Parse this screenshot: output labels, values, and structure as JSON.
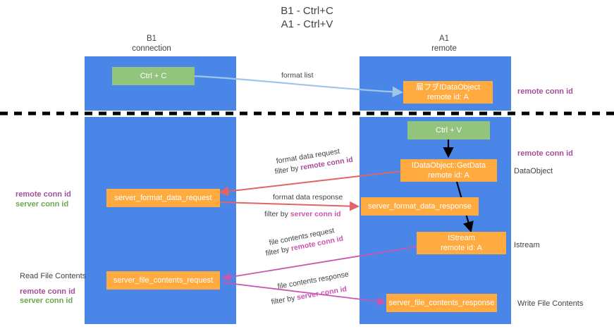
{
  "title": "B1 - Ctrl+C\nA1 - Ctrl+V",
  "columns": [
    {
      "name": "b1",
      "header": "B1\nconnection"
    },
    {
      "name": "a1",
      "header": "A1\nremote"
    }
  ],
  "nodes": {
    "ctrl_c": "Ctrl + C",
    "data_object_top": "屇フヺIDataObject\nremote id: A",
    "ctrl_v": "Ctrl + V",
    "get_data": "IDataObject::GetData\nremote id: A",
    "server_format_data_request": "server_format_data_request",
    "server_format_data_response": "server_format_data_response",
    "istream": "IStream\nremote id: A",
    "server_file_contents_request": "server_file_contents_request",
    "server_file_contents_response": "server_file_contents_response"
  },
  "edge_labels": {
    "format_list": "format list",
    "format_data_request": "format data request",
    "format_data_request_filter_prefix": "filter by ",
    "format_data_request_filter_key": "remote conn id",
    "format_data_response": "format data response",
    "format_data_response_filter_prefix": "filter by ",
    "format_data_response_filter_key": "server conn id",
    "file_contents_request": "file contents request",
    "file_contents_request_filter_prefix": "filter by ",
    "file_contents_request_filter_key": "remote conn id",
    "file_contents_response": "file contents response",
    "file_contents_response_filter_prefix": "filter by ",
    "file_contents_response_filter_key": "server conn id"
  },
  "side_labels": {
    "right_remote_conn_id_top": "remote conn id",
    "right_remote_conn_id_mid": "remote conn id",
    "right_data_object": "DataObject",
    "right_istream": "Istream",
    "right_write_file_contents": "Write File Contents",
    "left_remote_conn_id": "remote conn id",
    "left_server_conn_id": "server conn id",
    "left_read_file_contents": "Read File Contents",
    "left_bottom_remote_conn_id": "remote conn id",
    "left_bottom_server_conn_id": "server conn id"
  },
  "colors": {
    "lane": "#4a86e8",
    "green_node": "#93c47d",
    "orange_node": "#ffab40",
    "purple": "#a64d9a",
    "green_text": "#6aa84f",
    "magenta": "#c956b0",
    "red_arrow": "#e06666",
    "blue_arrow": "#9fc5e8",
    "black": "#000000",
    "text": "#434343"
  }
}
